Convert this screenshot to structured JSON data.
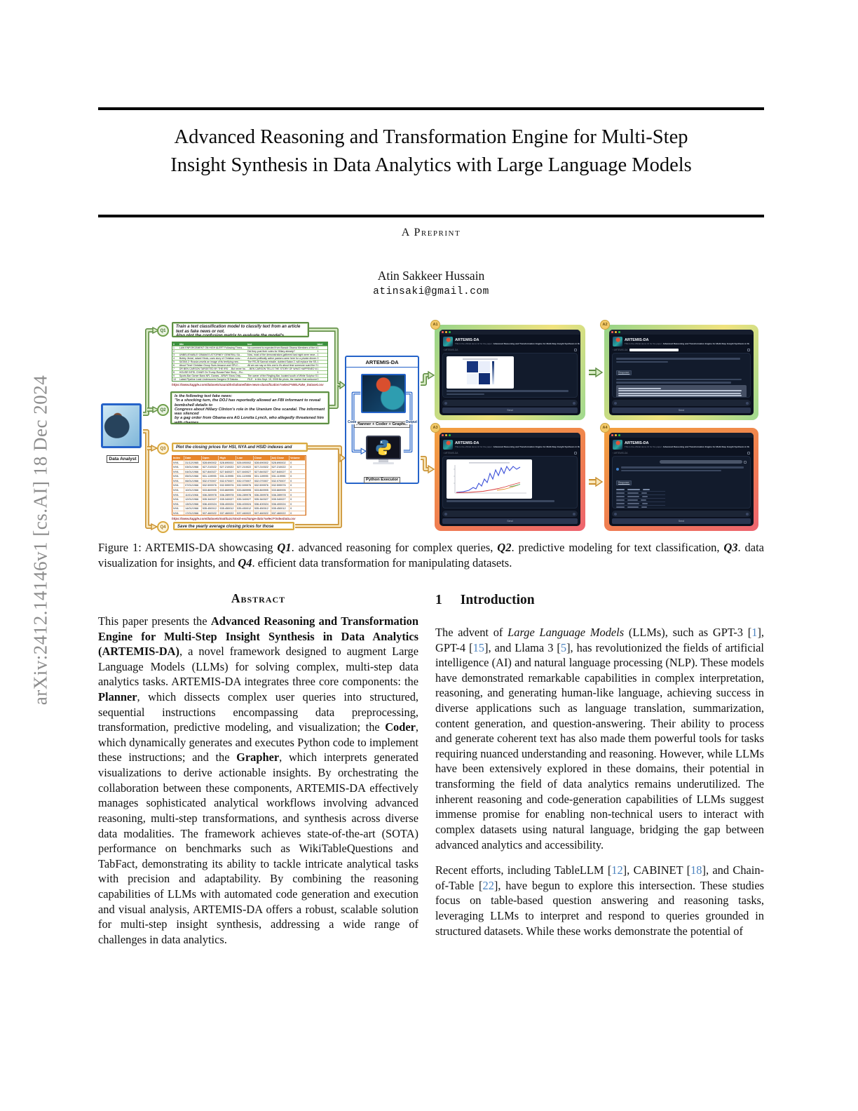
{
  "arxiv_label": "arXiv:2412.14146v1  [cs.AI]  18 Dec 2024",
  "header": {
    "title_line1": "Advanced Reasoning and Transformation Engine for Multi-Step",
    "title_line2": "Insight Synthesis in Data Analytics with Large Language Models",
    "preprint_label": "A Preprint",
    "author": "Atin Sakkeer Hussain",
    "email": "atinsaki@gmail.com"
  },
  "figure": {
    "analyst_label": "Data Analyst",
    "queries": [
      {
        "id": "Q1",
        "text": "Train a text classification model to classify text from an article text as fake news or not.\nAlso plot the confusion matrix to evaluate the model's performance."
      },
      {
        "id": "Q2",
        "text": "Is the following text fake news:\n\"In a shocking turn, the DOJ has reportedly allowed an FBI informant to reveal bombshell details to\nCongress about Hillary Clinton's role in the Uranium One scandal. The informant was silenced\nby a gag order from Obama-era AG Loretta Lynch, who allegedly threatened him with charges.\nHis lawyer, Victoria Toensing, calls the gag order unconstitutional, claiming it was part of a cover-up.\nWith top Republicans pushing for answers, the truth about Russia, uranium,\nand the Clintons could finally come out. This could be huge!\""
      },
      {
        "id": "Q3",
        "text": "Plot the closing prices for HSI, NYA and HSID indexes and describe any visible trends."
      },
      {
        "id": "Q4",
        "text": "Save the yearly average closing prices for those indexes to 'yearly_average.csv'"
      }
    ],
    "fake_news_table": {
      "headers": [
        "#",
        "title",
        "text",
        "label"
      ],
      "rows": [
        [
          "1",
          "LAW ENFORCEMENT ON HIGH ALERT Following Threa...",
          "No comment is expected from Barack Obama Members of the #F...",
          "1"
        ],
        [
          "2",
          "",
          "Did they post their votes for Hillary already?",
          "1"
        ],
        [
          "3",
          "UNBELIEVABLE! OBAMA'S ATTORNEY GENERAL SA...",
          "Now, most of the demonstrators gathered last night were neve...",
          "1"
        ],
        [
          "4",
          "Bobby Jindal, raised Hindu, uses story of Christian conv...",
          "A dozen politically active pastors came here for a private dinner...",
          "0"
        ],
        [
          "5",
          "SATAN 2: Russia unveils an image of its terrifying new...",
          "The RS-28 Sarmat missile, dubbed Satan 2, will replace the SS-18...",
          "1"
        ],
        [
          "6",
          "About Time! Christian Group Sues Amazon and SPLC...",
          "All we can say on this one is it's about time someone sued the Sou...",
          "1"
        ],
        [
          "7",
          "DR BEN CARSON TARGETED BY THE IRS: ...But never ha...",
          "...BEN CARSON TELLS THE STORY OF WHAT HAPPENED WHEN HE...",
          "1"
        ],
        [
          "8",
          "HOUSE INTEL CHAIR On Trump-Russia Fake Story ...Ru...",
          "",
          "1"
        ],
        [
          "9",
          "Sports Bar Owner Bans NFL Games...ARMY Show Only...",
          "The owner of the Ringling Bar, located south of White Sulphur Spr...",
          "1"
        ],
        [
          "10",
          "Latest Pipeline Leak Underscores Dangers Of Dakota...",
          "FILE - In this Sept. 15, 2005 file photo, the marker that welcomed...",
          "0"
        ]
      ]
    },
    "fake_news_link": "https://www.kaggle.com/datasets/saurabhshahane/fake-news-classification?select=WELFake_Dataset.csv",
    "stock_table": {
      "headers": [
        "Index",
        "Date",
        "Open",
        "High",
        "Low",
        "Close",
        "Adj Close",
        "Volume"
      ],
      "rows": [
        [
          "NYA",
          "31/12/1965",
          "528.690002",
          "528.690002",
          "528.690002",
          "528.690002",
          "528.690002",
          "0"
        ],
        [
          "NYA",
          "03/01/1966",
          "527.210022",
          "527.210022",
          "527.210022",
          "527.210022",
          "527.210022",
          "0"
        ],
        [
          "NYA",
          "04/01/1966",
          "527.840027",
          "527.840027",
          "527.840027",
          "527.840027",
          "527.840027",
          "0"
        ],
        [
          "NYA",
          "05/01/1966",
          "531.119995",
          "531.119995",
          "531.119995",
          "531.119995",
          "531.119995",
          "0"
        ],
        [
          "NYA",
          "06/01/1966",
          "532.070007",
          "532.070007",
          "532.070007",
          "532.070007",
          "532.070007",
          "0"
        ],
        [
          "NYA",
          "07/01/1966",
          "532.599976",
          "532.599976",
          "532.599976",
          "532.599976",
          "532.599976",
          "0"
        ],
        [
          "NYA",
          "10/01/1966",
          "533.869995",
          "533.869995",
          "533.869995",
          "533.869995",
          "533.869995",
          "0"
        ],
        [
          "NYA",
          "11/01/1966",
          "536.289978",
          "536.289978",
          "536.289978",
          "536.289978",
          "536.289978",
          "0"
        ],
        [
          "NYA",
          "12/01/1966",
          "535.340027",
          "535.340027",
          "535.340027",
          "535.340027",
          "535.340027",
          "0"
        ],
        [
          "NYA",
          "13/01/1966",
          "536.400024",
          "536.400024",
          "536.400024",
          "536.400024",
          "536.400024",
          "0"
        ],
        [
          "NYA",
          "14/01/1966",
          "535.450012",
          "535.450012",
          "535.450012",
          "535.450012",
          "535.450012",
          "0"
        ],
        [
          "NYA",
          "17/01/1966",
          "537.460022",
          "537.460022",
          "537.460022",
          "537.460022",
          "537.460022",
          "0"
        ]
      ]
    },
    "stock_link": "https://www.kaggle.com/datasets/mattiuzc/stock-exchange-data?select=indexData.csv",
    "engine": {
      "title": "ARTEMIS-DA",
      "planner_label": "Planner + Coder + Grapher",
      "executor_label": "Python Executor",
      "code_label": "Code",
      "output_label": "Output"
    },
    "panels": [
      {
        "id": "A1"
      },
      {
        "id": "A2"
      },
      {
        "id": "A3"
      },
      {
        "id": "A4"
      }
    ],
    "window": {
      "app_title": "ARTEMIS-DA",
      "subtitle_prefix": "This is the official demo UI for the paper: ",
      "subtitle_bold": "Advanced Reasoning and Transformation Engine for Multi-Step Insight Synthesis in Data Analytics with Large Language Models",
      "breadcrumb": "‹ ARTEMIS-DA",
      "response_label": "Response:",
      "send_label": "Send"
    }
  },
  "caption": {
    "segments": [
      {
        "t": "Figure 1: ARTEMIS-DA showcasing "
      },
      {
        "t": "Q1",
        "s": "bi"
      },
      {
        "t": ". advanced reasoning for complex queries, "
      },
      {
        "t": "Q2",
        "s": "bi"
      },
      {
        "t": ". predictive modeling for text classification, "
      },
      {
        "t": "Q3",
        "s": "bi"
      },
      {
        "t": ". data visualization for insights, and "
      },
      {
        "t": "Q4",
        "s": "bi"
      },
      {
        "t": ". efficient data transformation for manipulating datasets."
      }
    ]
  },
  "abstract": {
    "heading": "Abstract",
    "segments": [
      {
        "t": "This paper presents the "
      },
      {
        "t": "Advanced Reasoning and Transformation Engine for Multi-Step Insight Synthesis in Data Analytics (ARTEMIS-DA)",
        "s": "b"
      },
      {
        "t": ", a novel framework designed to augment Large Language Models (LLMs) for solving complex, multi-step data analytics tasks. ARTEMIS-DA integrates three core components: the "
      },
      {
        "t": "Planner",
        "s": "b"
      },
      {
        "t": ", which dissects complex user queries into structured, sequential instructions encompassing data preprocessing, transformation, predictive modeling, and visualization; the "
      },
      {
        "t": "Coder",
        "s": "b"
      },
      {
        "t": ", which dynamically generates and executes Python code to implement these instructions; and the "
      },
      {
        "t": "Grapher",
        "s": "b"
      },
      {
        "t": ", which interprets generated visualizations to derive actionable insights. By orchestrating the collaboration between these components, ARTEMIS-DA effectively manages sophisticated analytical workflows involving advanced reasoning, multi-step transformations, and synthesis across diverse data modalities. The framework achieves state-of-the-art (SOTA) performance on benchmarks such as WikiTableQuestions and TabFact, demonstrating its ability to tackle intricate analytical tasks with precision and adaptability. By combining the reasoning capabilities of LLMs with automated code generation and execution and visual analysis, ARTEMIS-DA offers a robust, scalable solution for multi-step insight synthesis, addressing a wide range of challenges in data analytics."
      }
    ]
  },
  "introduction": {
    "heading_number": "1",
    "heading": "Introduction",
    "para1_segments": [
      {
        "t": "The advent of "
      },
      {
        "t": "Large Language Models",
        "s": "i"
      },
      {
        "t": " (LLMs), such as GPT-3 ["
      },
      {
        "t": "1",
        "s": "cite"
      },
      {
        "t": "], GPT-4 ["
      },
      {
        "t": "15",
        "s": "cite"
      },
      {
        "t": "], and Llama 3 ["
      },
      {
        "t": "5",
        "s": "cite"
      },
      {
        "t": "], has revolutionized the fields of artificial intelligence (AI) and natural language processing (NLP). These models have demonstrated remarkable capabilities in complex interpretation, reasoning, and generating human-like language, achieving success in diverse applications such as language translation, summarization, content generation, and question-answering. Their ability to process and generate coherent text has also made them powerful tools for tasks requiring nuanced understanding and reasoning. However, while LLMs have been extensively explored in these domains, their potential in transforming the field of data analytics remains underutilized. The inherent reasoning and code-generation capabilities of LLMs suggest immense promise for enabling non-technical users to interact with complex datasets using natural language, bridging the gap between advanced analytics and accessibility."
      }
    ],
    "para2_segments": [
      {
        "t": "Recent efforts, including TableLLM ["
      },
      {
        "t": "12",
        "s": "cite"
      },
      {
        "t": "], CABINET ["
      },
      {
        "t": "18",
        "s": "cite"
      },
      {
        "t": "], and Chain-of-Table ["
      },
      {
        "t": "22",
        "s": "cite"
      },
      {
        "t": "], have begun to explore this intersection.  These studies focus on table-based question answering and reasoning tasks, leveraging LLMs to interpret and respond to queries grounded in structured datasets.  While these works demonstrate the potential of"
      }
    ]
  }
}
